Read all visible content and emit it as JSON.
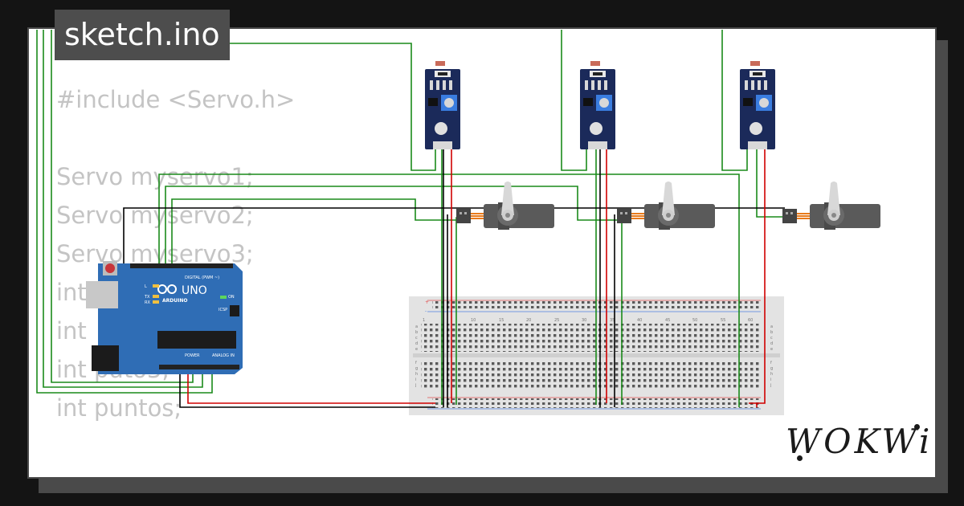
{
  "project": {
    "filename": "sketch.ino",
    "brand": "WOKWi"
  },
  "code_lines": [
    "#include <Servo.h>",
    "",
    "Servo myservo1;",
    "Servo myservo2;",
    "Servo myservo3;",
    "int",
    "int",
    "int puto3;",
    "int puntos;"
  ],
  "board": {
    "name": "UNO",
    "brand_label": "ARDUINO",
    "digital_label": "DIGITAL (PWM ~)",
    "power_label": "POWER",
    "analog_label": "ANALOG IN",
    "on_label": "ON",
    "tx_label": "TX",
    "rx_label": "RX",
    "l_label": "L",
    "icsp_label": "ICSP"
  },
  "breadboard": {
    "column_numbers": [
      "1",
      "10",
      "15",
      "20",
      "25",
      "30",
      "35",
      "40",
      "45",
      "50",
      "55",
      "60"
    ],
    "row_letters_top": [
      "a",
      "b",
      "c",
      "d",
      "e"
    ],
    "row_letters_bottom": [
      "f",
      "g",
      "h",
      "i",
      "j"
    ]
  },
  "colors": {
    "background": "#141414",
    "card": "#ffffff",
    "card_border": "#4a4a4a",
    "badge": "#4d4d4d",
    "code_text": "#c4c4c4",
    "arduino_blue": "#2f6db5",
    "sensor_blue": "#1b2a5a",
    "wire_green": "#1a8a1a",
    "wire_black": "#000000",
    "wire_red": "#d00000"
  }
}
